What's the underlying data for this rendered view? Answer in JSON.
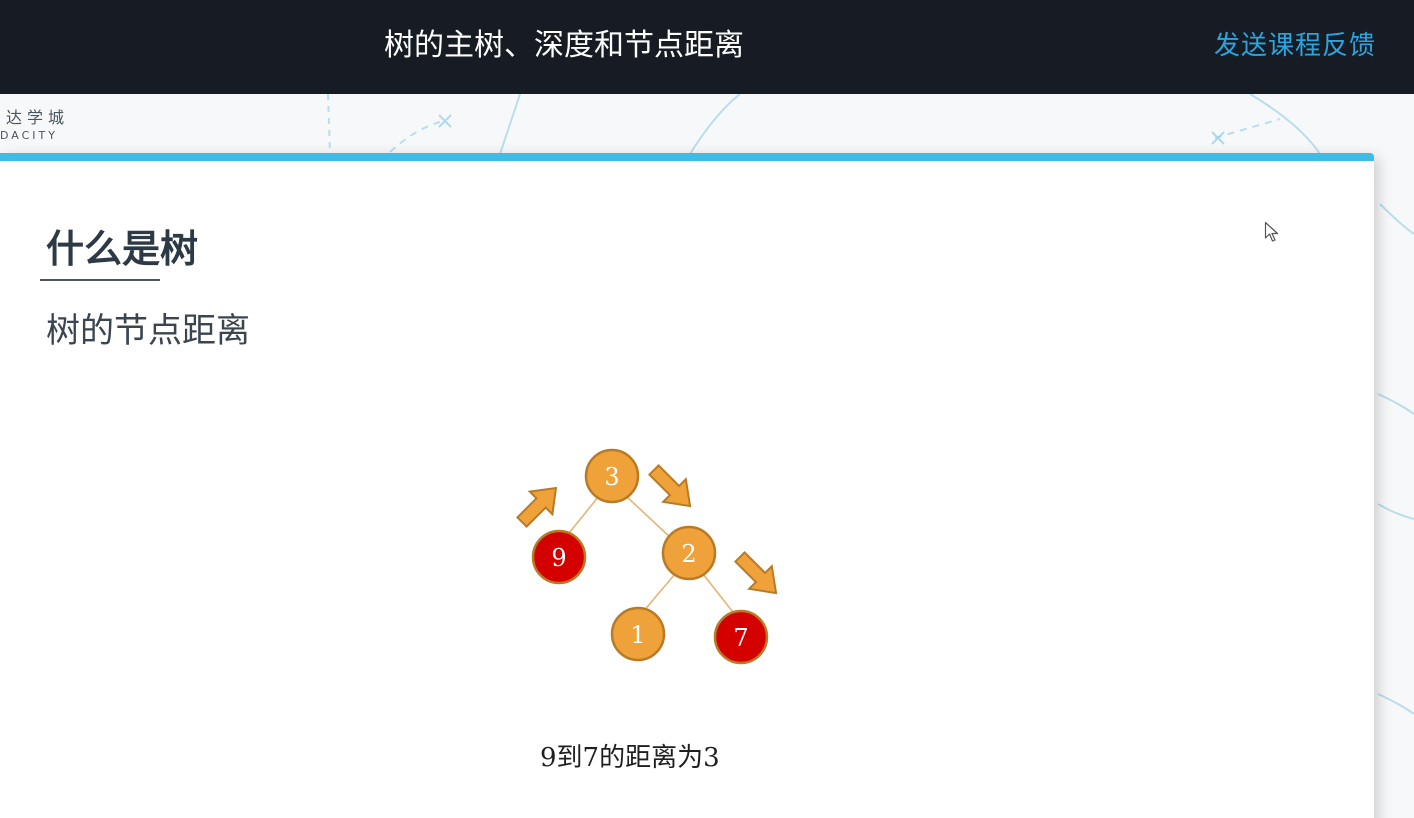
{
  "header": {
    "title": "树的主树、深度和节点距离",
    "feedback_label": "发送课程反馈"
  },
  "brand": {
    "name_cn": "达学城",
    "name_en": "DACITY"
  },
  "slide": {
    "heading": "什么是树",
    "subtitle": "树的节点距离",
    "caption": "9到7的距离为3"
  },
  "tree": {
    "nodes": [
      {
        "label": "3",
        "highlighted": false
      },
      {
        "label": "9",
        "highlighted": true
      },
      {
        "label": "2",
        "highlighted": false
      },
      {
        "label": "1",
        "highlighted": false
      },
      {
        "label": "7",
        "highlighted": true
      }
    ],
    "edges": [
      [
        "3",
        "9"
      ],
      [
        "3",
        "2"
      ],
      [
        "2",
        "1"
      ],
      [
        "2",
        "7"
      ]
    ]
  },
  "colors": {
    "topbar": "#171c24",
    "accent_link": "#2aa5e0",
    "slide_border": "#3dbde6",
    "node_fill": "#f0a23a",
    "node_stroke": "#b97a25",
    "highlight_fill": "#d40000",
    "arrow_fill": "#f0a23a"
  },
  "icons": {
    "cursor": "mouse-pointer-icon",
    "path_arrow": "arrow-icon"
  }
}
